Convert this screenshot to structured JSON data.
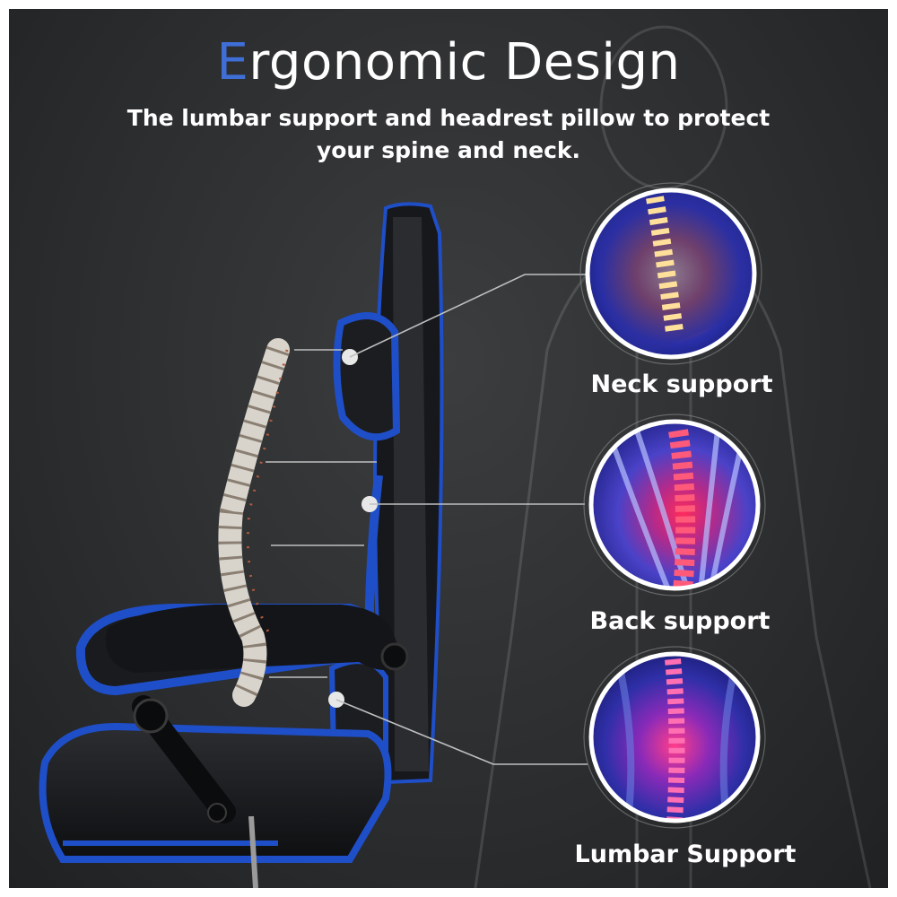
{
  "headline": {
    "first_letter": "E",
    "rest": "rgonomic Design"
  },
  "subheadline": "The lumbar support and headrest pillow to protect your spine and neck.",
  "callouts": [
    {
      "label": "Neck support"
    },
    {
      "label": "Back support"
    },
    {
      "label": "Lumbar Support"
    }
  ],
  "colors": {
    "accent": "#3f6fd6",
    "chair_blue": "#1f4fc8",
    "background": "#2c2e30"
  }
}
